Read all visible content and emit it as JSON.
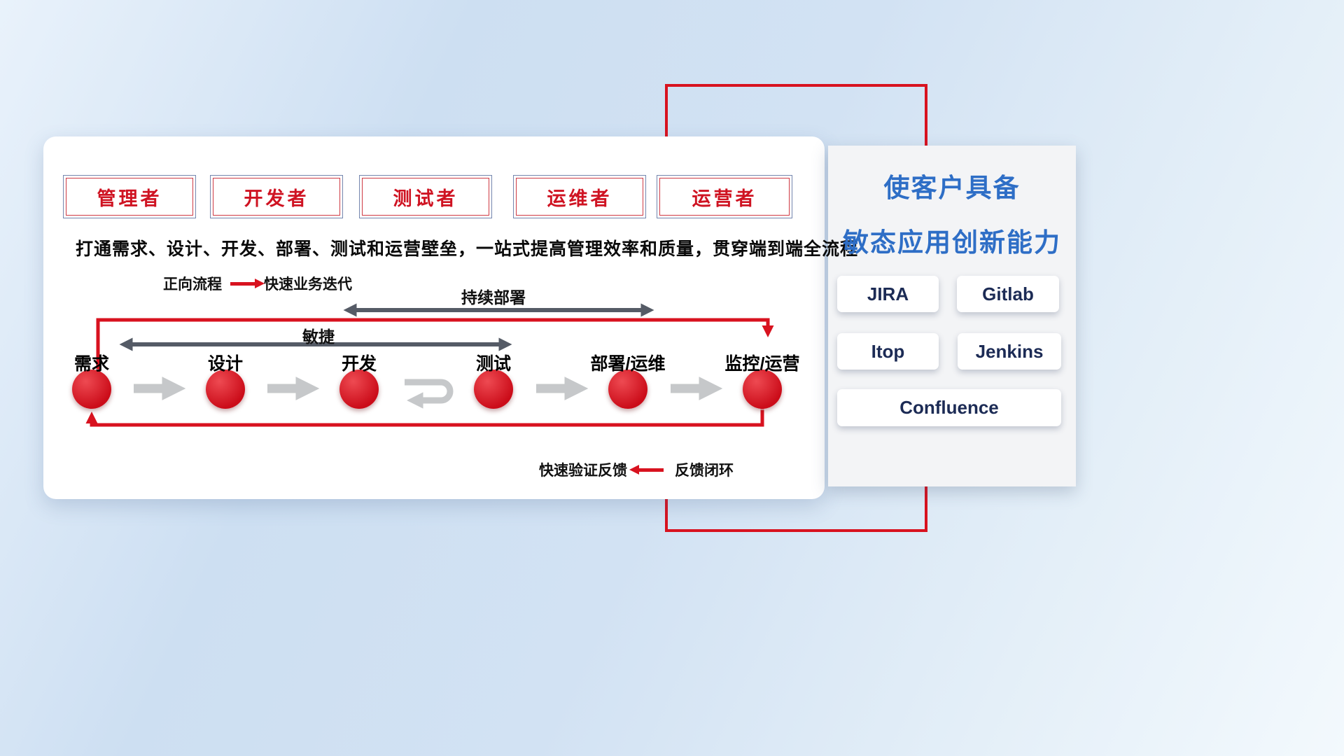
{
  "colors": {
    "accent_red": "#d8121f",
    "title_blue": "#2e6ec6",
    "tool_navy": "#1c2b55",
    "role_red": "#cf1322"
  },
  "roles": [
    "管理者",
    "开发者",
    "测试者",
    "运维者",
    "运营者"
  ],
  "subtitle": "打通需求、设计、开发、部署、测试和运营壁垒，一站式提高管理效率和质量，贯穿端到端全流程",
  "forward_legend": {
    "label": "正向流程",
    "desc": "快速业务迭代"
  },
  "feedback_legend": {
    "desc": "快速验证反馈",
    "label": "反馈闭环"
  },
  "span_labels": {
    "continuous_deploy": "持续部署",
    "agile": "敏捷"
  },
  "stages": [
    "需求",
    "设计",
    "开发",
    "测试",
    "部署/运维",
    "监控/运营"
  ],
  "right_panel": {
    "title_line1": "使客户具备",
    "title_line2": "敏态应用创新能力",
    "tools": [
      "JIRA",
      "Gitlab",
      "Itop",
      "Jenkins",
      "Confluence"
    ]
  }
}
